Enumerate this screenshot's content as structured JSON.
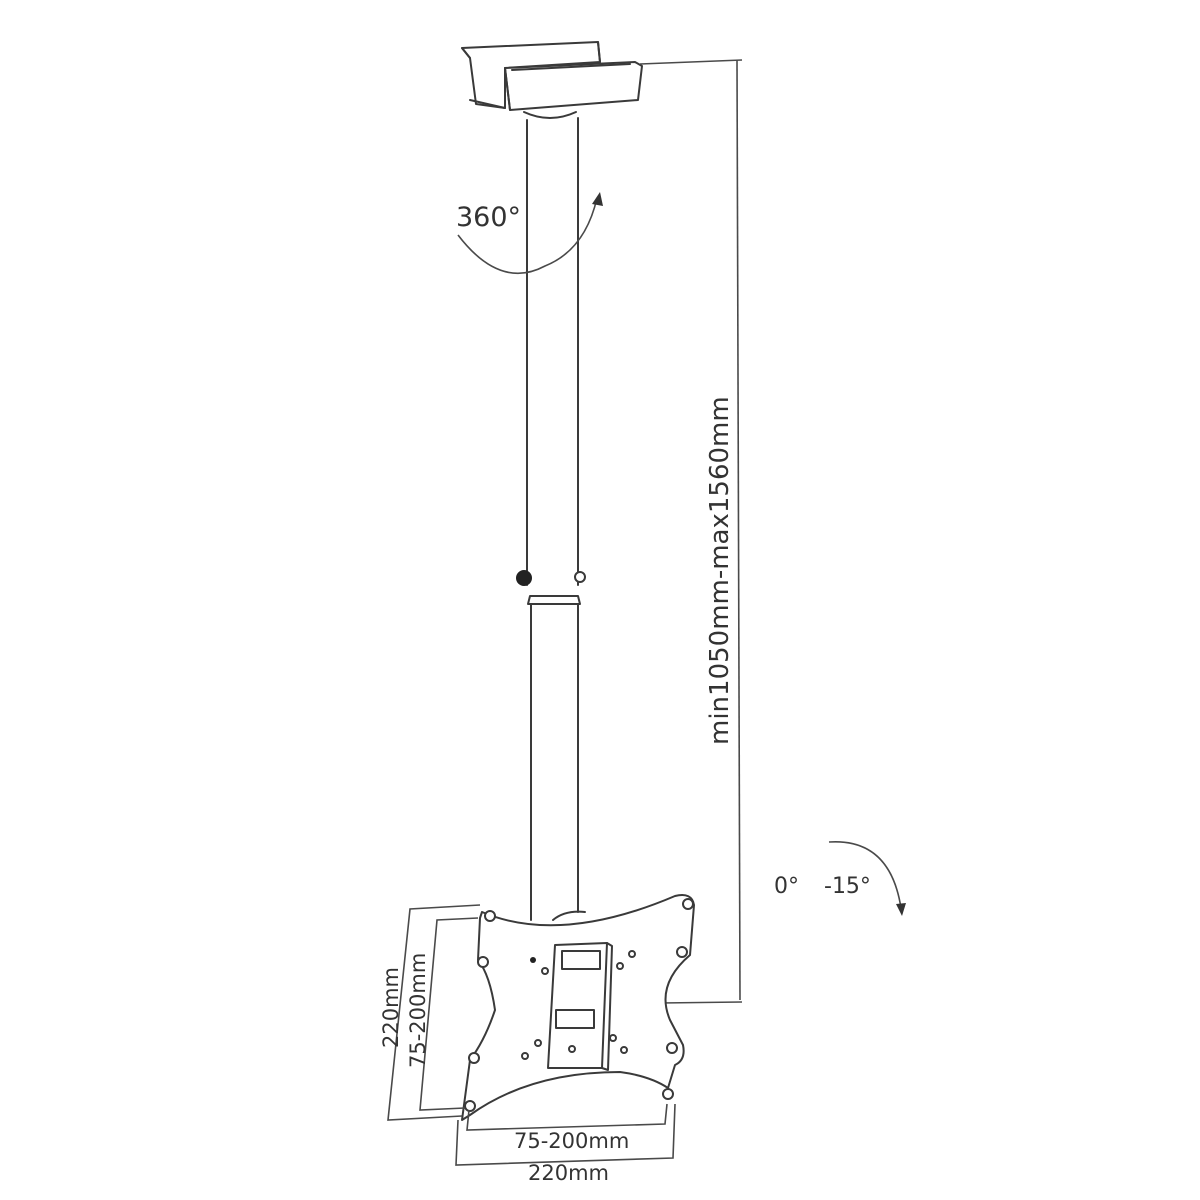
{
  "diagram": {
    "subject": "Ceiling TV mount",
    "colors": {
      "line": "#3a3a3a",
      "text": "#333333",
      "background": "#ffffff"
    },
    "annotations": {
      "rotation": "360°",
      "height_range": "min1050mm-max1560mm",
      "tilt_start": "0°",
      "tilt_end": "-15°",
      "plate_height_outer": "220mm",
      "plate_height_inner": "75-200mm",
      "plate_width_inner": "75-200mm",
      "plate_width_outer": "220mm"
    }
  }
}
